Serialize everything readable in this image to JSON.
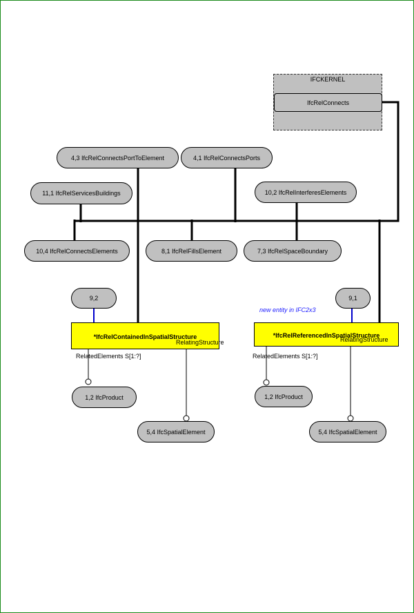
{
  "schema_box": {
    "title": "IFCKERNEL",
    "entity": "IfcRelConnects"
  },
  "pills": {
    "p_4_3": "4,3 IfcRelConnectsPortToElement",
    "p_4_1": "4,1 IfcRelConnectsPorts",
    "p_11_1": "11,1 IfcRelServicesBuildings",
    "p_10_2": "10,2 IfcRelInterferesElements",
    "p_10_4": "10,4 IfcRelConnectsElements",
    "p_8_1": "8,1 IfcRelFillsElement",
    "p_7_3": "7,3 IfcRelSpaceBoundary",
    "p_9_2": "9,2",
    "p_9_1": "9,1",
    "p_product_left": "1,2 IfcProduct",
    "p_product_right": "1,2 IfcProduct",
    "p_spatial_left": "5,4 IfcSpatialElement",
    "p_spatial_right": "5,4 IfcSpatialElement"
  },
  "entities": {
    "contained": {
      "title": "*IfcRelContainedInSpatialStructure",
      "relating": "RelatingStructure",
      "related": "RelatedElements S[1:?]"
    },
    "referenced": {
      "title": "*IfcRelReferencedInSpatialStructure",
      "relating": "RelatingStructure",
      "related": "RelatedElements S[1:?]"
    }
  },
  "note": "new entity in IFC2x3",
  "colors": {
    "frame": "#1a8a1a",
    "pill_fill": "#c0c0c0",
    "entity_fill": "#ffff00",
    "note_text": "#1a1aff",
    "subtype_link": "#0000cc"
  }
}
